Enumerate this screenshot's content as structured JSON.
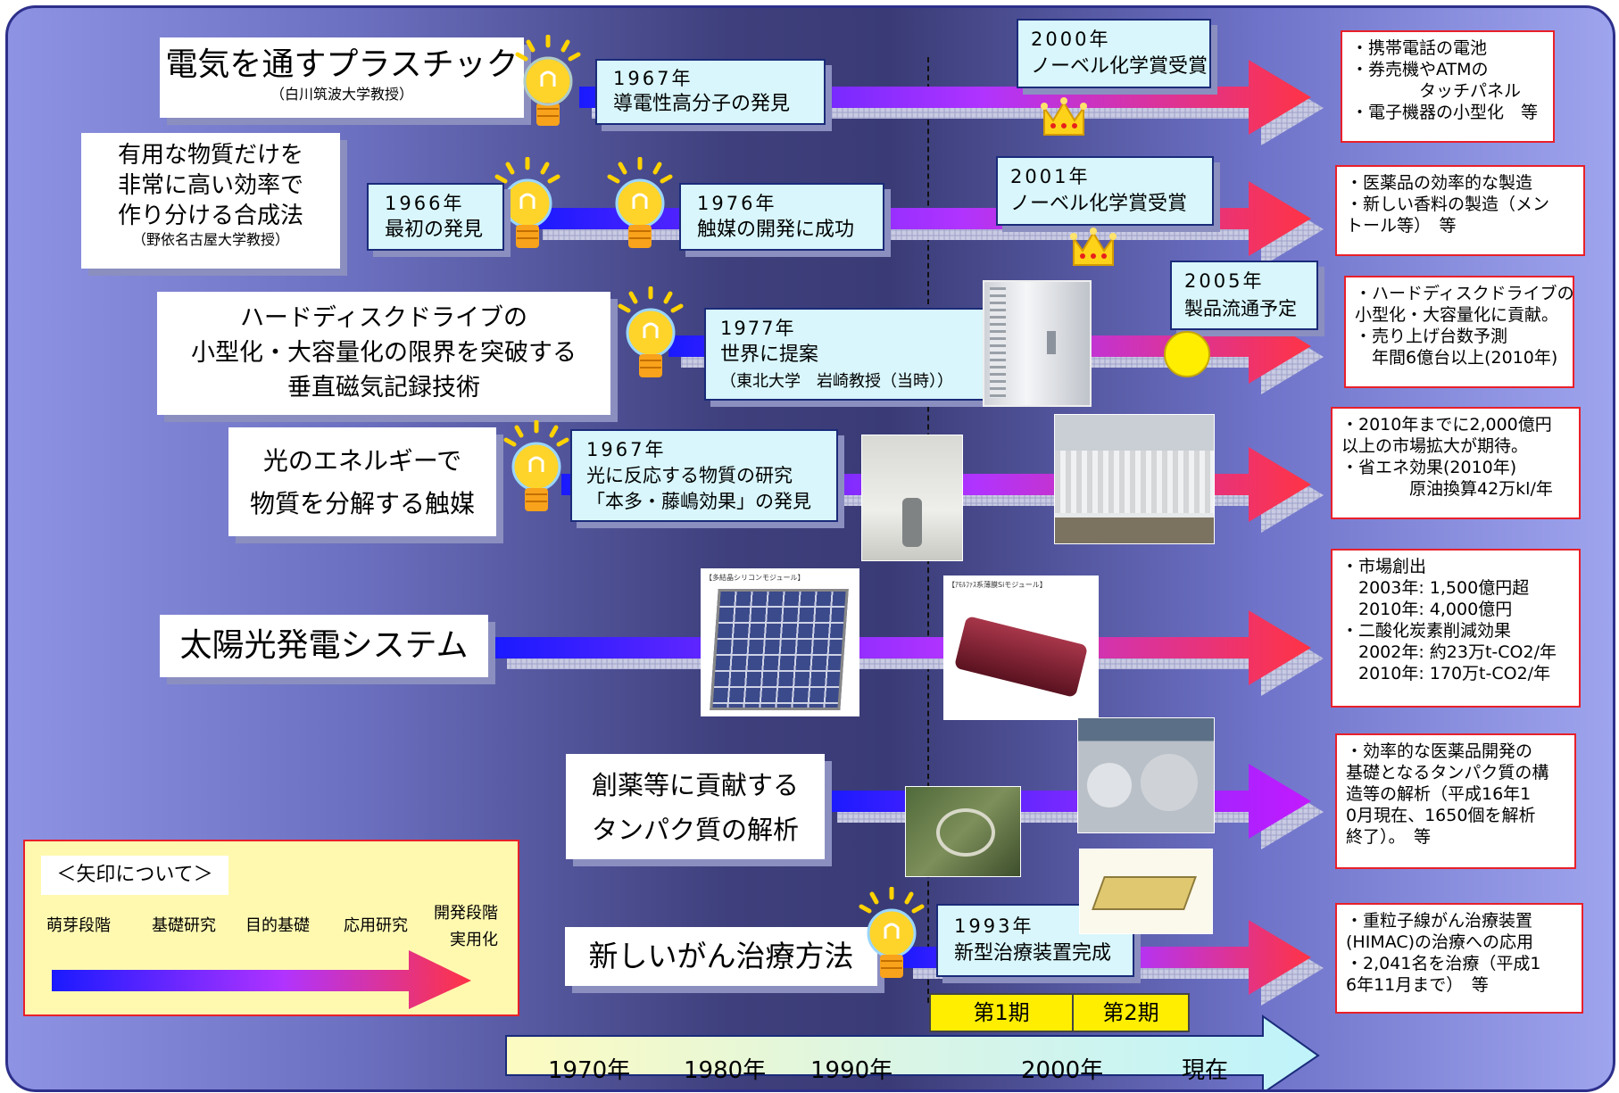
{
  "rows": [
    {
      "title": [
        "電気を通すプラスチック"
      ],
      "subtitle": "（白川筑波大学教授）",
      "milestones": [
        {
          "year": "1967年",
          "text": [
            "導電性高分子の発見"
          ]
        }
      ],
      "award": {
        "year": "2000年",
        "text": "ノーベル化学賞受賞"
      },
      "outcome": [
        "・携帯電話の電池",
        "・券売機やATMの",
        "　　　　タッチパネル",
        "・電子機器の小型化　等"
      ]
    },
    {
      "title": [
        "有用な物質だけを",
        "非常に高い効率で",
        "作り分ける合成法"
      ],
      "subtitle": "（野依名古屋大学教授）",
      "milestones": [
        {
          "year": "1966年",
          "text": [
            "最初の発見"
          ]
        },
        {
          "year": "1976年",
          "text": [
            "触媒の開発に成功"
          ]
        }
      ],
      "award": {
        "year": "2001年",
        "text": "ノーベル化学賞受賞"
      },
      "outcome": [
        "・医薬品の効率的な製造",
        "・新しい香料の製造（メン",
        "トール等）　等"
      ]
    },
    {
      "title": [
        "ハードディスクドライブの",
        "小型化・大容量化の限界を突破する",
        "垂直磁気記録技術"
      ],
      "milestones": [
        {
          "year": "1977年",
          "text": [
            "世界に提案",
            "（東北大学　岩崎教授（当時））"
          ]
        }
      ],
      "award": {
        "year": "2005年",
        "text": "製品流通予定"
      },
      "outcome": [
        "・ハードディスクドライブの",
        "小型化・大容量化に貢献。",
        "・売り上げ台数予測",
        "　年間6億台以上(2010年)"
      ]
    },
    {
      "title": [
        "光のエネルギーで",
        "物質を分解する触媒"
      ],
      "milestones": [
        {
          "year": "1967年",
          "text": [
            "光に反応する物質の研究",
            "「本多・藤嶋効果」の発見"
          ]
        }
      ],
      "outcome": [
        "・2010年までに2,000億円",
        "以上の市場拡大が期待。",
        "・省エネ効果(2010年)",
        "　　　　原油換算42万kl/年"
      ]
    },
    {
      "title": [
        "太陽光発電システム"
      ],
      "photo_labels": [
        "【多結晶シリコンモジュール】",
        "【ｱﾓﾙﾌｧｽ系薄膜Siモジュール】"
      ],
      "outcome": [
        "・市場創出",
        "　2003年: 1,500億円超",
        "　2010年: 4,000億円",
        "・二酸化炭素削減効果",
        "　2002年: 約23万t-CO2/年",
        "　2010年: 170万t-CO2/年"
      ]
    },
    {
      "title": [
        "創薬等に貢献する",
        "タンパク質の解析"
      ],
      "outcome": [
        "・効率的な医薬品開発の",
        "基礎となるタンパク質の構",
        "造等の解析（平成16年1",
        "0月現在、1650個を解析",
        "終了）。　等"
      ]
    },
    {
      "title": [
        "新しいがん治療方法"
      ],
      "milestones": [
        {
          "year": "1993年",
          "text": [
            "新型治療装置完成"
          ]
        }
      ],
      "outcome": [
        "・重粒子線がん治療装置",
        "(HIMAC)の治療への応用",
        "・2,041名を治療（平成1",
        "6年11月まで）　等"
      ]
    }
  ],
  "legend": {
    "title": "＜矢印について＞",
    "stages": [
      "萌芽段階",
      "基礎研究",
      "目的基礎",
      "応用研究",
      "開発段階",
      "実用化"
    ]
  },
  "periods": [
    "第1期",
    "第2期"
  ],
  "timeline": [
    "1970年",
    "1980年",
    "1990年",
    "2000年",
    "現在"
  ],
  "colors": {
    "arrow_start": "#1a1aff",
    "arrow_mid": "#b033ff",
    "arrow_end": "#ff3344",
    "highlight": "#ffff00",
    "outcome_border": "#e8202a"
  }
}
